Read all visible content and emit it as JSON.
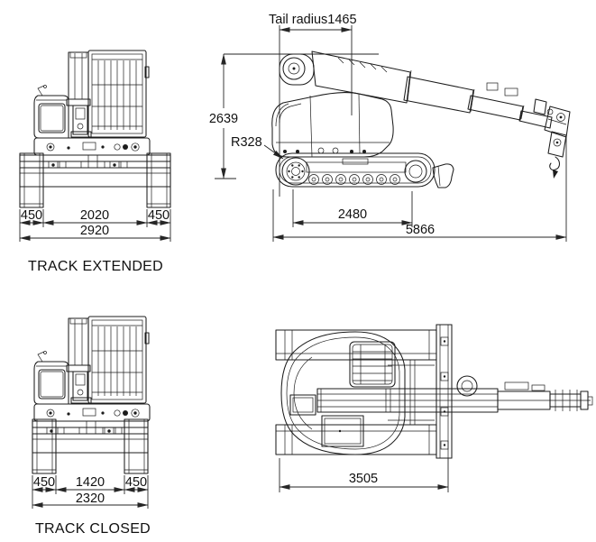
{
  "drawing": {
    "background": "#ffffff",
    "line_color": "#1c1c1c",
    "titles": {
      "extended": "TRACK EXTENDED",
      "closed": "TRACK CLOSED"
    },
    "views": {
      "front_extended": {
        "name": "front view with tracks extended",
        "dims": {
          "left_track": "450",
          "inner_width": "2020",
          "right_track": "450",
          "overall_width": "2920"
        }
      },
      "side": {
        "name": "side view with boom stowed",
        "dims": {
          "tail_radius_label": "Tail radius1465",
          "overall_height": "2639",
          "sprocket_radius": "R328",
          "track_length": "2480",
          "overall_length": "5866"
        }
      },
      "front_closed": {
        "name": "front view with tracks closed",
        "dims": {
          "left_track": "450",
          "inner_width": "1420",
          "right_track": "450",
          "overall_width": "2320"
        }
      },
      "plan": {
        "name": "top (plan) view",
        "dims": {
          "undercarriage_length": "3505"
        }
      }
    }
  }
}
